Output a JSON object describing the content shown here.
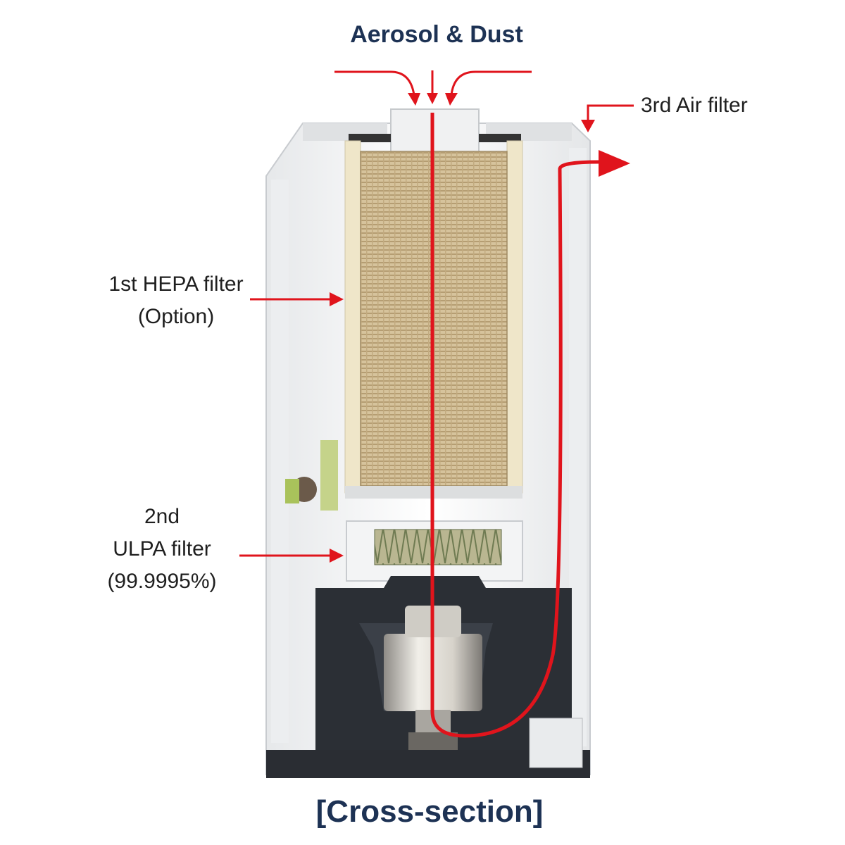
{
  "header": {
    "title": "Aerosol & Dust"
  },
  "footer": {
    "caption": "[Cross-section]"
  },
  "labels": {
    "third_filter": "3rd Air filter",
    "first_filter": {
      "line1": "1st HEPA filter",
      "line2": "(Option)"
    },
    "second_filter": {
      "line1": "2nd",
      "line2": "ULPA filter",
      "line3": "(99.9995%)"
    }
  },
  "colors": {
    "arrow": "#e0141c",
    "title": "#1d3254",
    "hepa_media": "#c9b48e",
    "ulpa_media": "#a6a27f",
    "motor_housing": "#2b2f35",
    "casing": "#f4f5f6"
  },
  "icons": {
    "flow": "red-arrow"
  }
}
